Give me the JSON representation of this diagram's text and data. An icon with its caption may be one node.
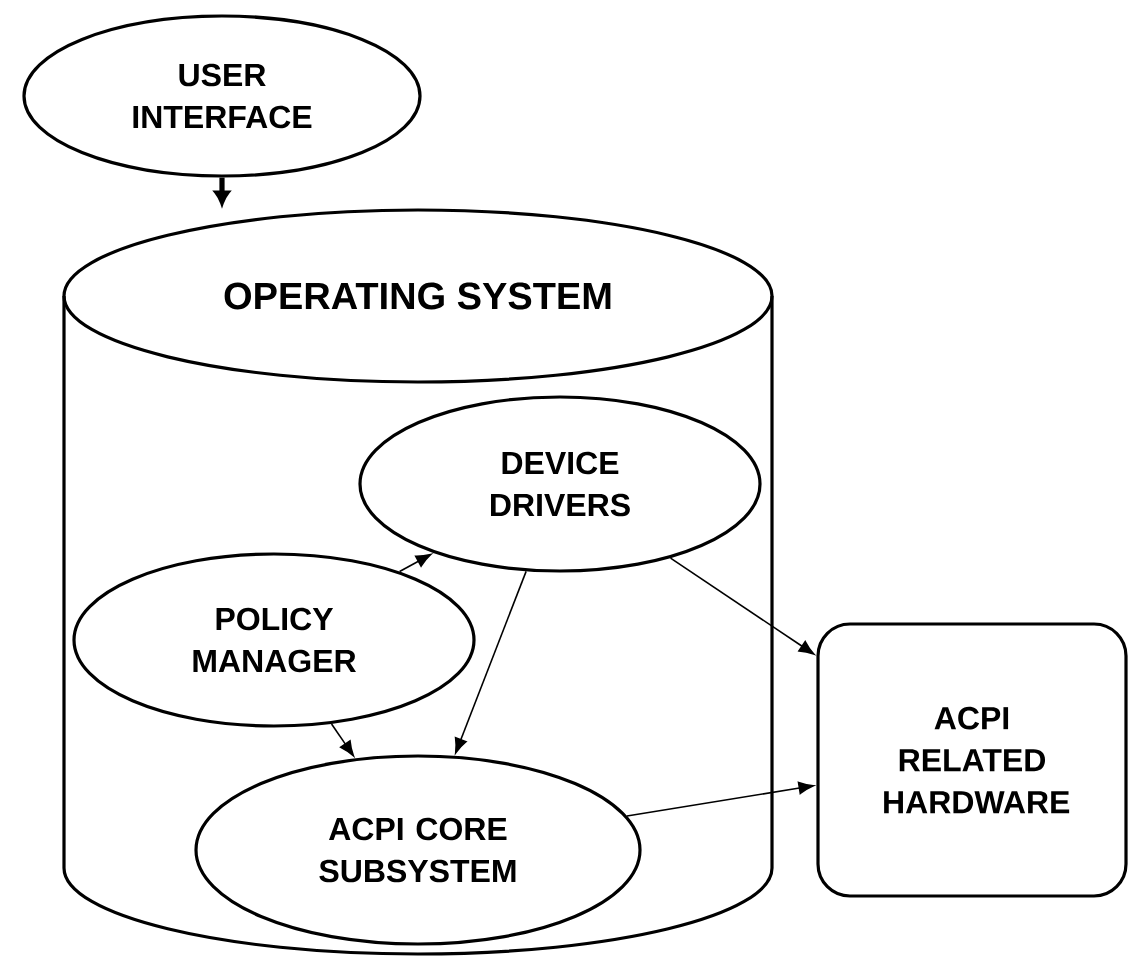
{
  "diagram": {
    "nodes": [
      {
        "text": [
          "USER INTERFACE"
        ]
      },
      {
        "text": [
          "OPERATING SYSTEM"
        ]
      },
      {
        "text": [
          "DEVICE DRIVERS"
        ],
        "in": 1
      },
      {
        "text": [
          "POLICY MANAGER"
        ],
        "in": 1
      },
      {
        "text": [
          "ACPI CORE SUBSYSTEM"
        ],
        "in": 1
      },
      {
        "text": [
          "ACPI RELATED HARDWARE"
        ]
      }
    ],
    "edges": [
      {
        "from": 0,
        "to": 1,
        "arrow": "to",
        "style": "thick"
      },
      {
        "from": 3,
        "to": 2,
        "arrow": "to"
      },
      {
        "from": 3,
        "to": 4,
        "arrow": "to"
      },
      {
        "from": 2,
        "to": 4,
        "arrow": "to"
      },
      {
        "from": 2,
        "to": 5,
        "arrow": "to"
      },
      {
        "from": 4,
        "to": 5,
        "arrow": "to"
      }
    ]
  }
}
